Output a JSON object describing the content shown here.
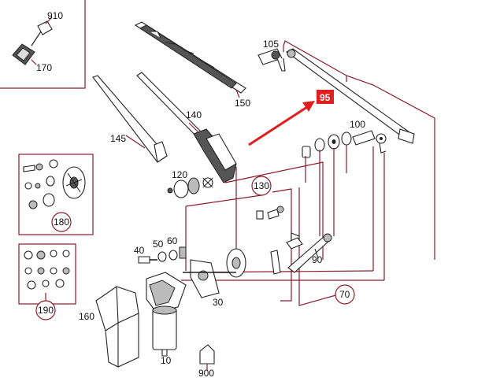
{
  "diagram": {
    "labels": {
      "p910": "910",
      "p170": "170",
      "p105": "105",
      "p150": "150",
      "p95": "95",
      "p140": "140",
      "p145": "145",
      "p100": "100",
      "p120": "120",
      "p130": "130",
      "p180": "180",
      "p40": "40",
      "p50": "50",
      "p60": "60",
      "p90": "90",
      "p70": "70",
      "p190": "190",
      "p160": "160",
      "p30": "30",
      "p10": "10",
      "p900": "900"
    },
    "colors": {
      "leader": "#8b1c28",
      "highlight": "#e01e1e",
      "part": "#222222"
    }
  }
}
